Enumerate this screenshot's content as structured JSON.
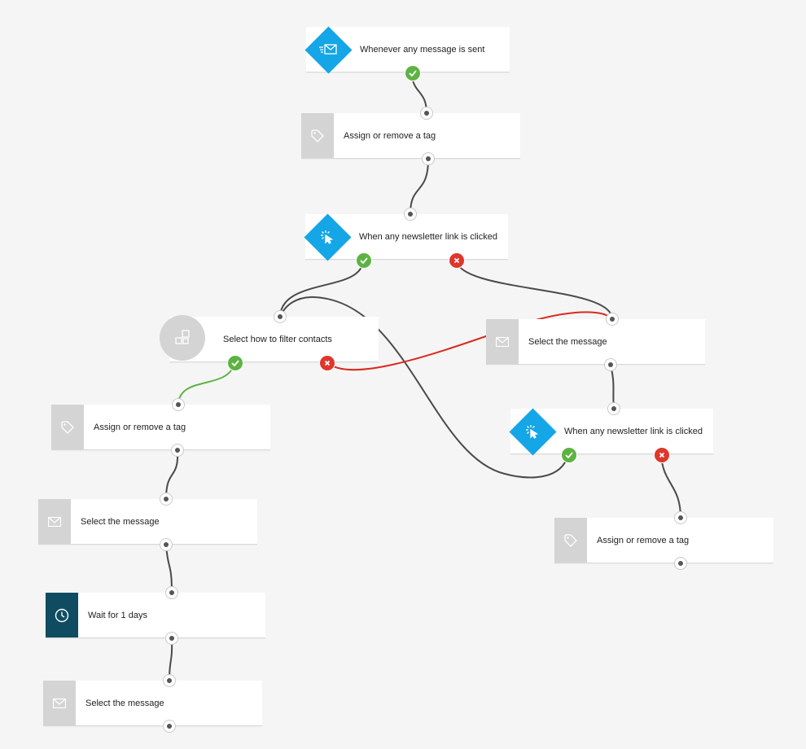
{
  "nodes": {
    "trigger_sent": {
      "label": "Whenever any message is sent",
      "icon": "envelope-send-icon"
    },
    "tag_1": {
      "label": "Assign or remove a tag",
      "icon": "tag-icon"
    },
    "trigger_click_1": {
      "label": "When any newsletter link is clicked",
      "icon": "cursor-click-icon"
    },
    "filter": {
      "label": "Select how to filter contacts",
      "icon": "filter-squares-icon"
    },
    "message_right": {
      "label": "Select the message",
      "icon": "envelope-icon"
    },
    "tag_left": {
      "label": "Assign or remove a tag",
      "icon": "tag-icon"
    },
    "trigger_click_2": {
      "label": "When any newsletter link is clicked",
      "icon": "cursor-click-icon"
    },
    "message_left_1": {
      "label": "Select the message",
      "icon": "envelope-icon"
    },
    "tag_right": {
      "label": "Assign or remove a tag",
      "icon": "tag-icon"
    },
    "wait": {
      "label": "Wait for 1 days",
      "icon": "clock-icon"
    },
    "message_left_2": {
      "label": "Select the message",
      "icon": "envelope-icon"
    }
  },
  "colors": {
    "background": "#f5f5f5",
    "trigger": "#14a6e6",
    "action_icon_bg": "#d4d4d4",
    "wait_icon_bg": "#0f4c62",
    "yes": "#5db342",
    "no": "#e0362b",
    "connector": "#4a4a4a",
    "connector_yes": "#5db342",
    "connector_no": "#d92b1f"
  }
}
